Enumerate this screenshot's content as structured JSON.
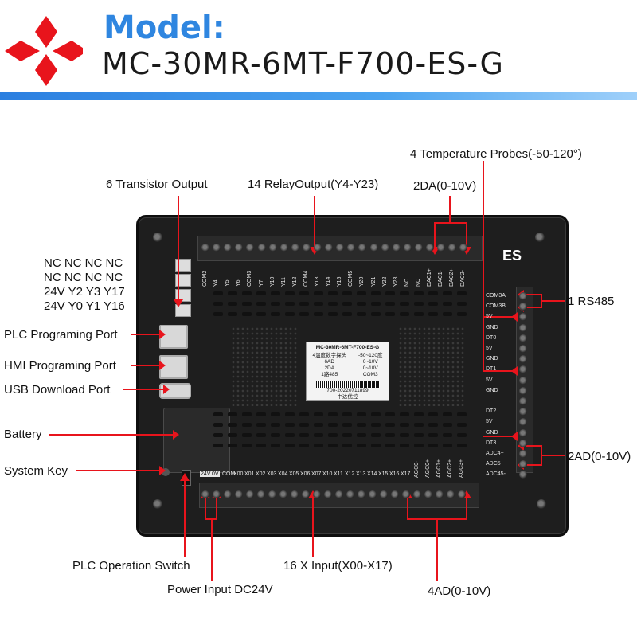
{
  "header": {
    "label": "Model:",
    "model": "MC-30MR-6MT-F700-ES-G"
  },
  "colors": {
    "accent": "#2f86e0",
    "marker": "#e8141c",
    "panel": "#1e1e1e"
  },
  "callouts": {
    "temperature": "4 Temperature Probes(-50-120°)",
    "transistor": "6 Transistor Output",
    "relay": "14 RelayOutput(Y4-Y23)",
    "da": "2DA(0-10V)",
    "rs485": "1 RS485",
    "ad_right": "2AD(0-10V)",
    "plc_port": "PLC Programing Port",
    "hmi_port": "HMI Programing Port",
    "usb_port": "USB Download Port",
    "battery": "Battery",
    "system_key": "System Key",
    "operation_switch": "PLC Operation Switch",
    "power": "Power Input DC24V",
    "x_input": "16 X Input(X00-X17)",
    "ad_bottom": "4AD(0-10V)"
  },
  "nc_lines": [
    "NC NC NC NC",
    "NC NC NC NC",
    "24V Y2  Y3  Y17",
    "24V Y0  Y1  Y16"
  ],
  "top_terminals": [
    "COM2",
    "Y4",
    "Y5",
    "Y6",
    "COM3",
    "Y7",
    "Y10",
    "Y11",
    "Y12",
    "COM4",
    "Y13",
    "Y14",
    "Y15",
    "COM5",
    "Y20",
    "Y21",
    "Y22",
    "Y23",
    "NC",
    "NC",
    "DAC1+",
    "DAC1-",
    "DAC2+",
    "DAC2-"
  ],
  "bottom_terminals": [
    "24V",
    "0V",
    "COM",
    "X00",
    "X01",
    "X02",
    "X03",
    "X04",
    "X05",
    "X06",
    "X07",
    "X10",
    "X11",
    "X12",
    "X13",
    "X14",
    "X15",
    "X16",
    "X17",
    "AGC0-",
    "AGC0+",
    "AGC1+",
    "AGC2+",
    "AGC3+"
  ],
  "side_terminals": [
    "COM3A",
    "COM3B",
    "5V",
    "GND",
    "DT0",
    "5V",
    "GND",
    "DT1",
    "5V",
    "GND",
    "",
    "DT2",
    "5V",
    "GND",
    "DT3",
    "ADC4+",
    "ADC5+",
    "ADC45-"
  ],
  "es": "ES",
  "nameplate": {
    "model": "MC-30MR-6MT-F700-ES-G",
    "rows": [
      [
        "4温度数字探头",
        "-50~120度"
      ],
      [
        "6AD",
        "0~10V"
      ],
      [
        "2DA",
        "0~10V"
      ],
      [
        "1路485",
        "COM3"
      ]
    ],
    "serial": "700-20220711899",
    "brand": "中达优控"
  }
}
